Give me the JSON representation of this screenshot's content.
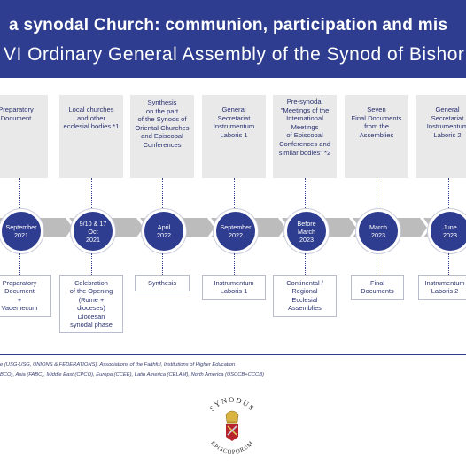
{
  "header": {
    "line1": "a synodal Church: communion, participation and mis",
    "line2": "VI Ordinary General Assembly of the Synod of Bishor"
  },
  "stages": [
    {
      "card": "Preparatory\nDocument",
      "date": "September\n2021",
      "output": "Preparatory\nDocument\n+\nVademecum"
    },
    {
      "card": "Local churches\nand other\necclesial bodies *1",
      "date": "9/10 & 17\nOct\n2021",
      "output": "Celebration\nof the Opening\n(Rome +\ndioceses)\nDiocesan\nsynodal phase"
    },
    {
      "card": "Synthesis\non the part\nof the Synods of\nOriental Churches\nand Episcopal\nConferences",
      "date": "April\n2022",
      "output": "Synthesis"
    },
    {
      "card": "General\nSecretariat\nInstrumentum\nLaboris 1",
      "date": "September\n2022",
      "output": "Instrumentum\nLaboris 1"
    },
    {
      "card": "Pre-synodal\n\"Meetings of the\nInternational\nMeetings\nof Episcopal\nConferences and\nsimilar bodies\" *2",
      "date": "Before\nMarch\n2023",
      "output": "Continental /\nRegional\nEcclesial\nAssemblies"
    },
    {
      "card": "Seven\nFinal Documents\nfrom the\nAssemblies",
      "date": "March\n2023",
      "output": "Final\nDocuments"
    },
    {
      "card": "General\nSecretariat\nInstrumentum\nLaboris 2",
      "date": "June\n2023",
      "output": "Instrumentum\nLaboris 2"
    }
  ],
  "footnotes": [
    "e (USG-USG, UNIONS & FEDERATIONS), Associations of the Faithful, Institutions of Higher Education",
    "BCO), Asia (FABC), Middle East (CPCO), Europa (CCEE), Latin America (CELAM), North America (USCCB+CCCB)"
  ],
  "logo": {
    "text_top": "SYNODUS",
    "text_bottom": "EPISCOPORUM"
  },
  "colors": {
    "navy": "#2e3d8f",
    "card_gray": "#e9e9e9",
    "arrow_gray": "#bcbcbc"
  }
}
